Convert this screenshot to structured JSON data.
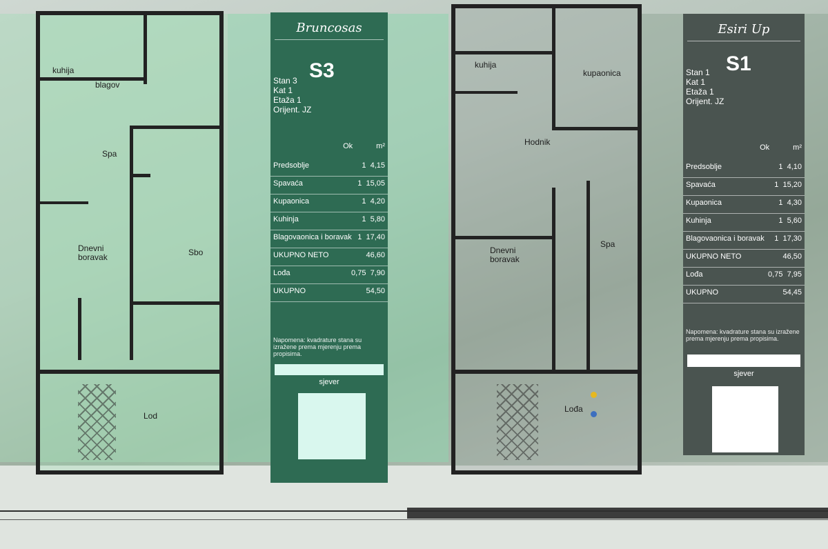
{
  "left_plan": {
    "rooms": [
      {
        "label": "kuhija"
      },
      {
        "label": "blagov"
      },
      {
        "label": "Spa"
      },
      {
        "label": "Dnevni\nboravak"
      },
      {
        "label": "Sbo"
      },
      {
        "label": "Lod"
      }
    ]
  },
  "left_panel": {
    "brand": "Bruncosas",
    "unit_code": "S3",
    "lines": [
      "Stan 3",
      "Kat 1",
      "Etaža 1",
      "Orijent. JZ"
    ],
    "col_headers": [
      "Ok",
      "m²"
    ],
    "rows": [
      {
        "name": "Predsoblje",
        "qty": "1",
        "area": "4,15"
      },
      {
        "name": "Spavaća",
        "qty": "1",
        "area": "15,05"
      },
      {
        "name": "Kupaonica",
        "qty": "1",
        "area": "4,20"
      },
      {
        "name": "Kuhinja",
        "qty": "1",
        "area": "5,80"
      },
      {
        "name": "Blagovaonica i boravak",
        "qty": "1",
        "area": "17,40"
      },
      {
        "name": "UKUPNO NETO",
        "qty": "",
        "area": "46,60"
      },
      {
        "name": "Lođa",
        "qty": "0,75",
        "area": "7,90"
      },
      {
        "name": "UKUPNO",
        "qty": "",
        "area": "54,50"
      }
    ],
    "note": "Napomena: kvadrature stana su izražene prema mjerenju prema propisima.",
    "compass_label": "sjever"
  },
  "right_plan": {
    "rooms": [
      {
        "label": "kuhija"
      },
      {
        "label": "kupaonica"
      },
      {
        "label": "Hodnik"
      },
      {
        "label": "Spa"
      },
      {
        "label": "Dnevni\nboravak"
      },
      {
        "label": "Lođa"
      }
    ]
  },
  "right_panel": {
    "brand": "Esiri Up",
    "unit_code": "S1",
    "lines": [
      "Stan 1",
      "Kat 1",
      "Etaža 1",
      "Orijent. JZ"
    ],
    "col_headers": [
      "Ok",
      "m²"
    ],
    "rows": [
      {
        "name": "Predsoblje",
        "qty": "1",
        "area": "4,10"
      },
      {
        "name": "Spavaća",
        "qty": "1",
        "area": "15,20"
      },
      {
        "name": "Kupaonica",
        "qty": "1",
        "area": "4,30"
      },
      {
        "name": "Kuhinja",
        "qty": "1",
        "area": "5,60"
      },
      {
        "name": "Blagovaonica i boravak",
        "qty": "1",
        "area": "17,30"
      },
      {
        "name": "UKUPNO NETO",
        "qty": "",
        "area": "46,50"
      },
      {
        "name": "Lođa",
        "qty": "0,75",
        "area": "7,95"
      },
      {
        "name": "UKUPNO",
        "qty": "",
        "area": "54,45"
      }
    ],
    "note": "Napomena: kvadrature stana su izražene prema mjerenju prema propisima.",
    "compass_label": "sjever"
  },
  "colors": {
    "panel_green": "#2e6b53",
    "panel_gray": "#4a5450",
    "accent_yellow": "#e6b820",
    "accent_blue": "#3d6fbf"
  }
}
